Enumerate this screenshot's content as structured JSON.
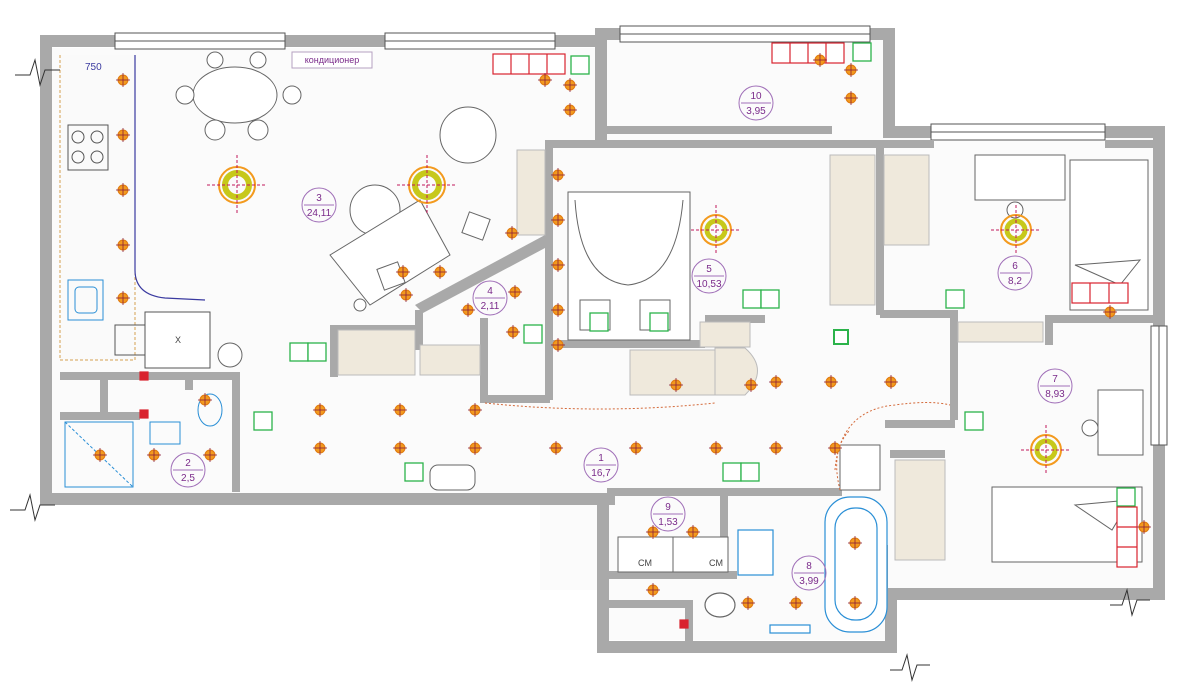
{
  "rooms": [
    {
      "id": "1",
      "area": "16,7"
    },
    {
      "id": "2",
      "area": "2,5"
    },
    {
      "id": "3",
      "area": "24,11"
    },
    {
      "id": "4",
      "area": "2,11"
    },
    {
      "id": "5",
      "area": "10,53"
    },
    {
      "id": "6",
      "area": "8,2"
    },
    {
      "id": "7",
      "area": "8,93"
    },
    {
      "id": "8",
      "area": "3,99"
    },
    {
      "id": "9",
      "area": "1,53"
    },
    {
      "id": "10",
      "area": "3,95"
    }
  ],
  "labels": {
    "conditioner": "кондиционер",
    "dimension": "750",
    "wardrobe_left": "СМ",
    "wardrobe_right": "СМ",
    "stove_mark": "X"
  },
  "colors": {
    "wall": "#a9a9a9",
    "spot": "#f39a1e",
    "chandelier": "#c7c81a",
    "switch": "#2bb34a",
    "socket": "#d9232e",
    "room_label": "#7a2a8a",
    "plumbing": "#2a8fd6"
  }
}
